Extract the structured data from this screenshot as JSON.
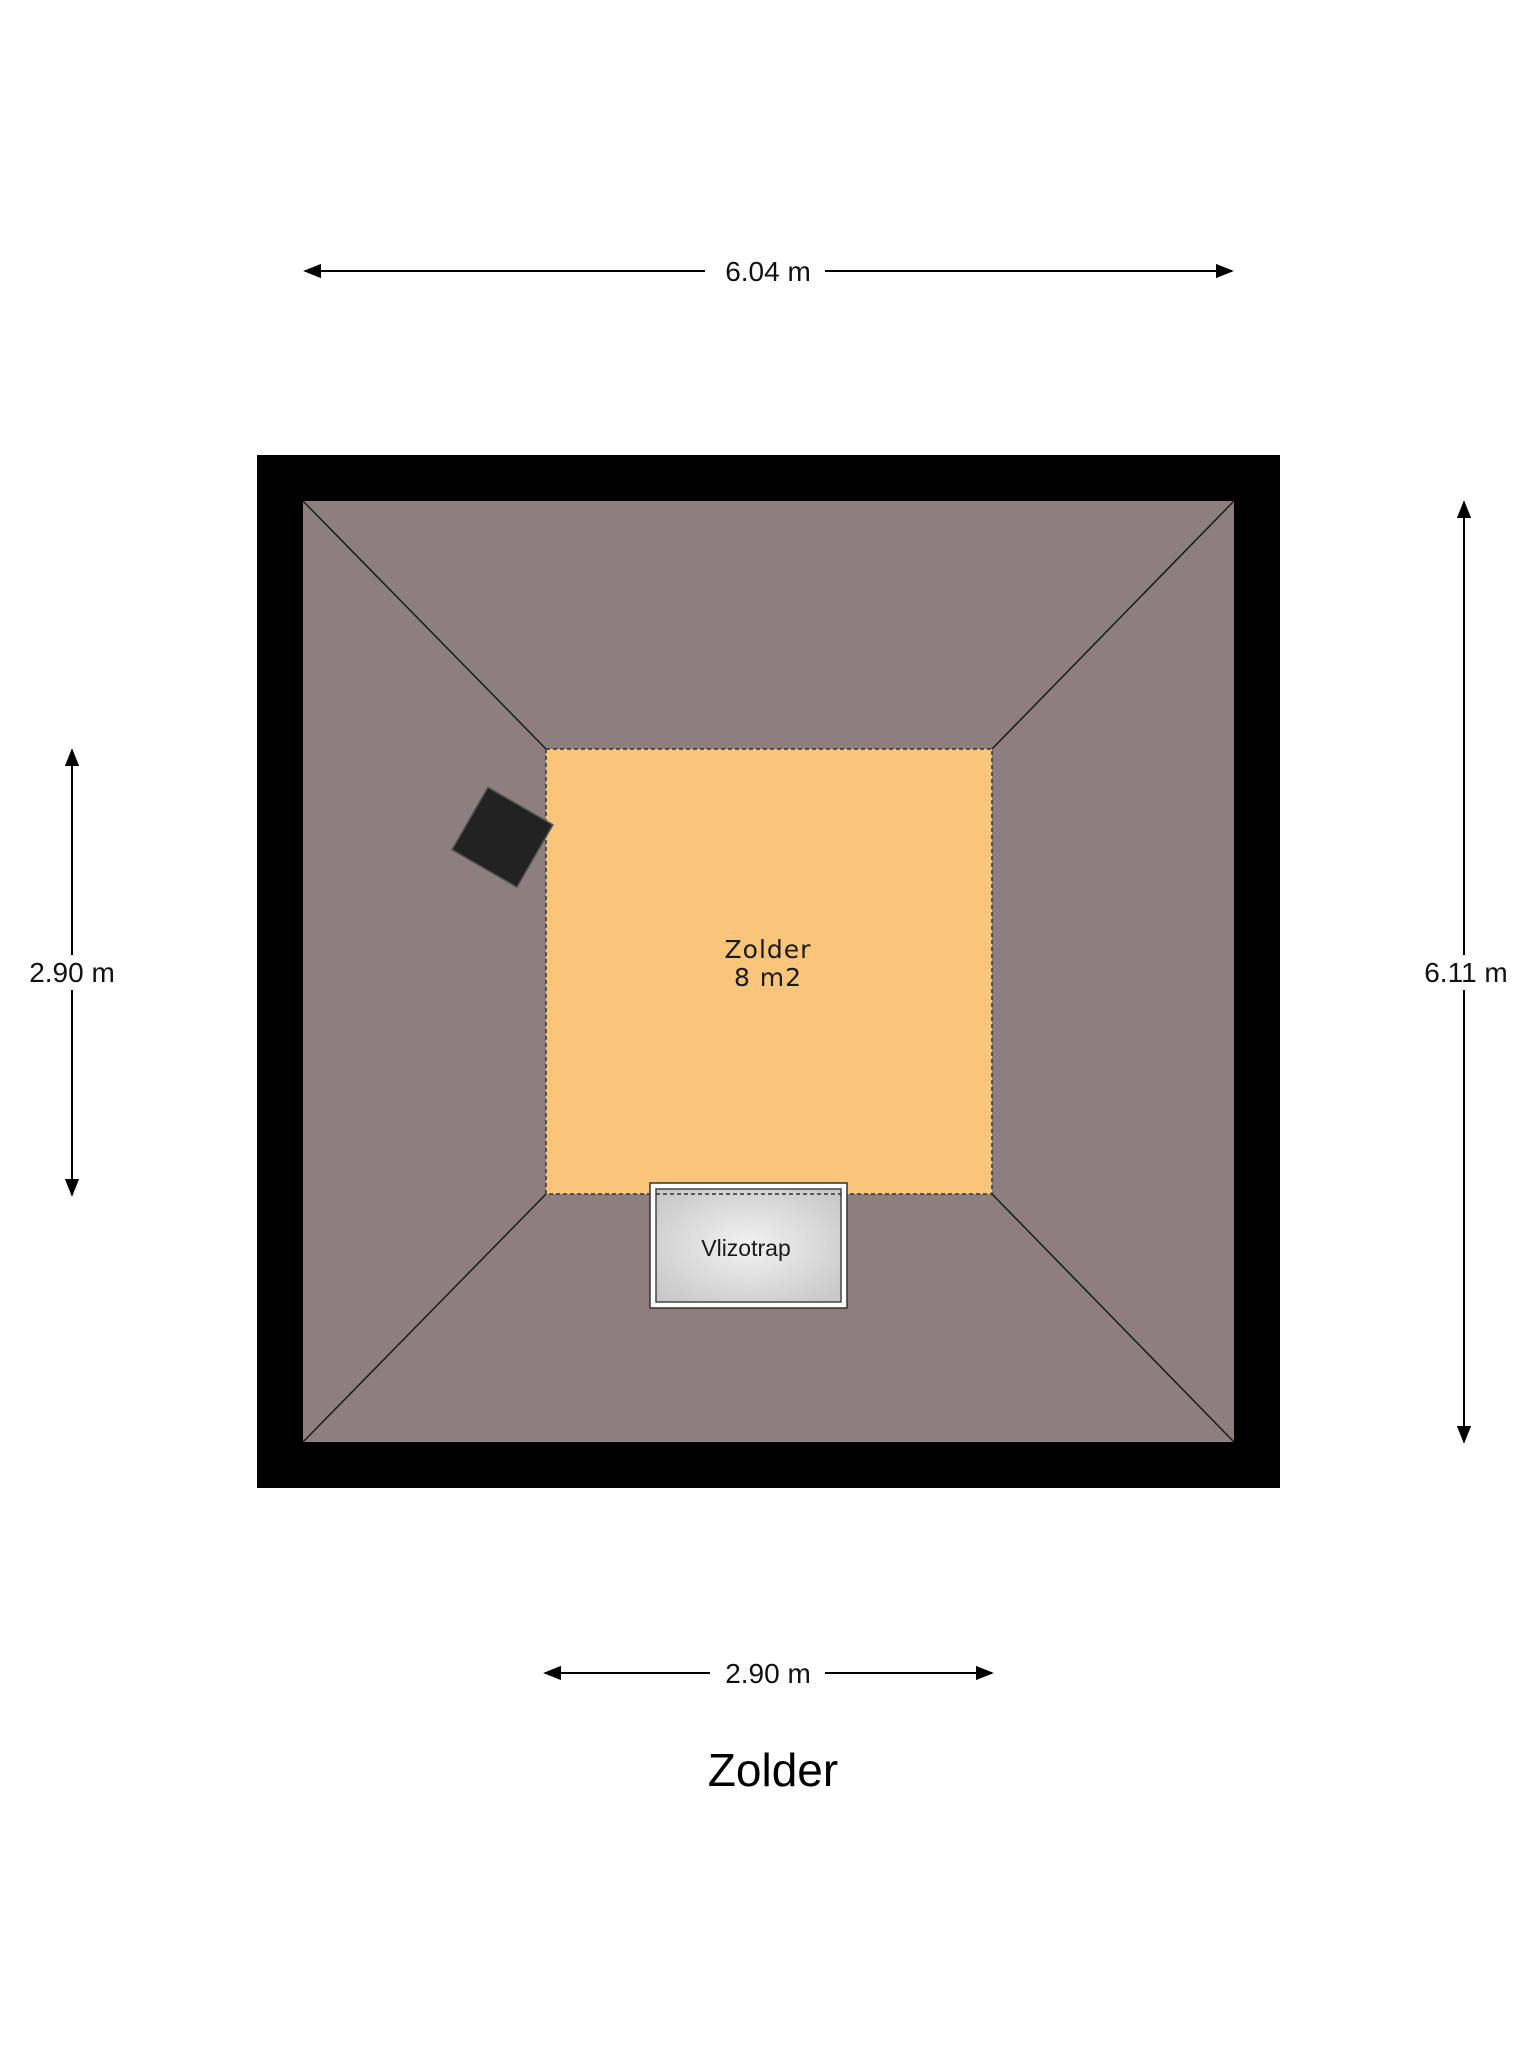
{
  "floor": {
    "title": "Zolder"
  },
  "dimensions": {
    "top_width": "6.04 m",
    "right_height": "6.11 m",
    "left_height": "2.90 m",
    "bottom_width": "2.90 m"
  },
  "room": {
    "name": "Zolder",
    "area": "8 m2"
  },
  "stair": {
    "label": "Vlizotrap"
  },
  "colors": {
    "wall": "#000000",
    "sloped_roof": "#8c7f7e",
    "room_fill": "#f9c57a",
    "chimney": "#222222",
    "stair_fill": "#d9d9d9",
    "background": "#ffffff"
  }
}
